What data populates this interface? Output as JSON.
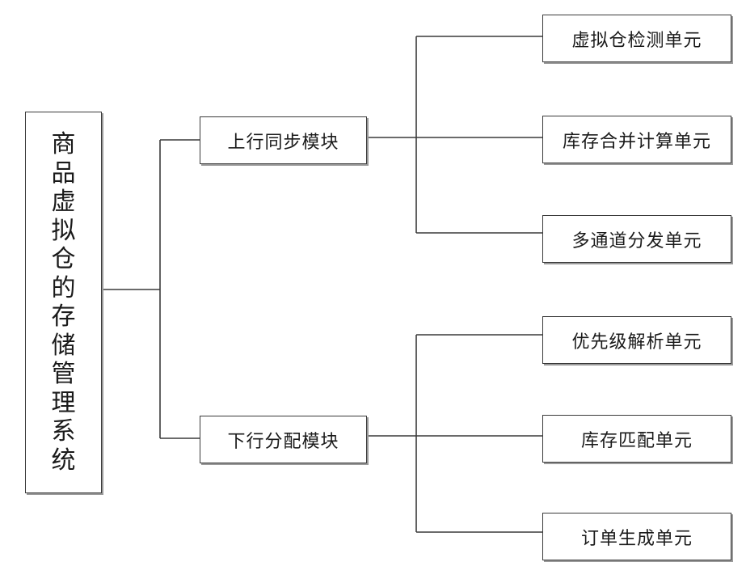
{
  "root": {
    "label": "商品虚拟仓的存储管理系统"
  },
  "modules": [
    {
      "label": "上行同步模块",
      "units": [
        "虚拟仓检测单元",
        "库存合并计算单元",
        "多通道分发单元"
      ]
    },
    {
      "label": "下行分配模块",
      "units": [
        "优先级解析单元",
        "库存匹配单元",
        "订单生成单元"
      ]
    }
  ]
}
